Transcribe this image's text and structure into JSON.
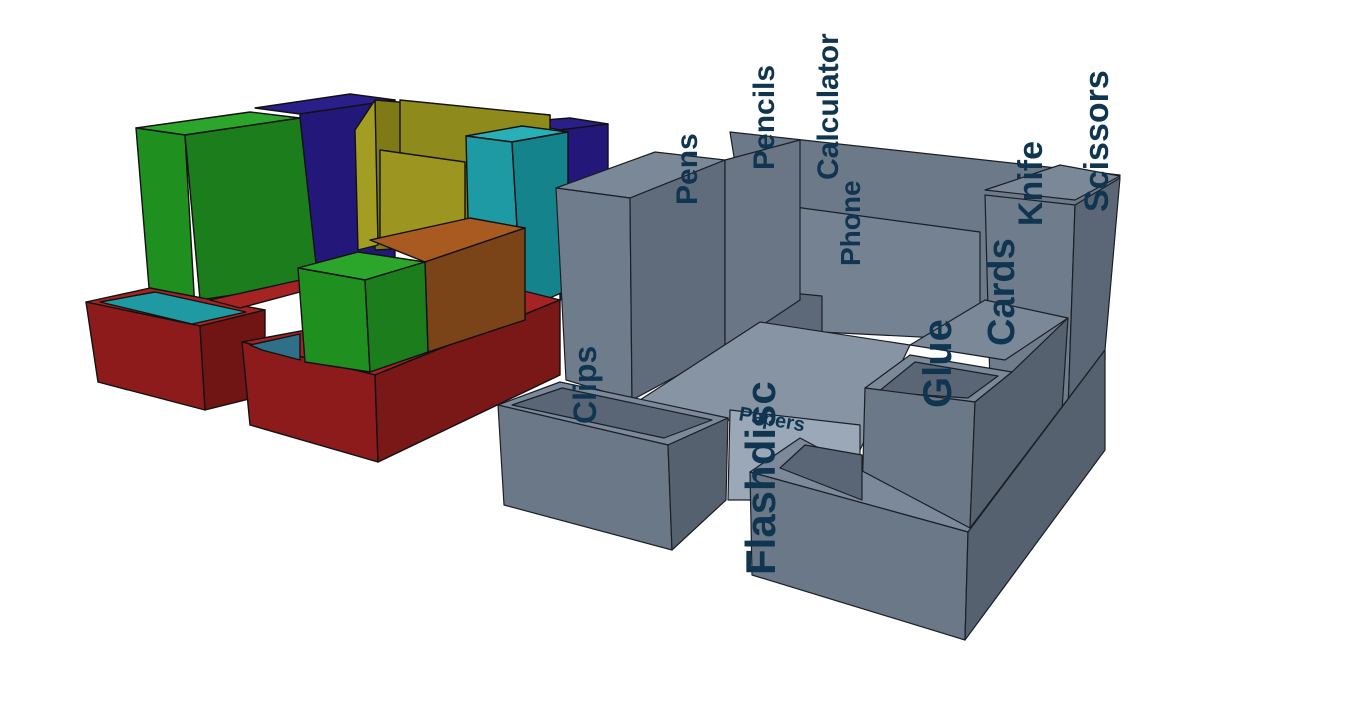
{
  "colors": {
    "background": "#ffffff",
    "red": "#8e1b1b",
    "green": "#1d8c1d",
    "navy": "#23187a",
    "olive": "#8f8a1c",
    "teal": "#1f9aa3",
    "orange": "#8a4a1c",
    "steel": "#6b7888",
    "label": "#0f3550"
  },
  "labels": {
    "pens": "Pens",
    "pencils": "Pencils",
    "calculator": "Calculator",
    "phone": "Phone",
    "knife": "Knife",
    "scissors": "Scissors",
    "cards": "Cards",
    "glue": "Glue",
    "clips": "Clips",
    "flashdisc": "Flashdisc",
    "papers": "Papers"
  }
}
